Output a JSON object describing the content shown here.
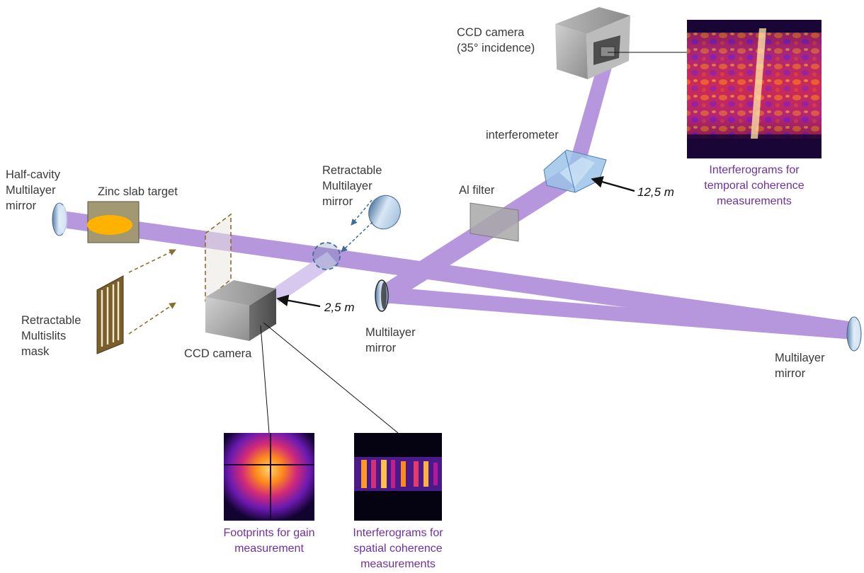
{
  "labels": {
    "half_cavity_mirror": [
      "Half-cavity",
      "Multilayer",
      "mirror"
    ],
    "zinc_target": "Zinc slab target",
    "retractable_mirror": [
      "Retractable",
      "Multilayer",
      "mirror"
    ],
    "al_filter": "Al filter",
    "interferometer": "interferometer",
    "ccd_top": [
      "CCD camera",
      "(35° incidence)"
    ],
    "ccd_bottom": "CCD camera",
    "multislits_mask": [
      "Retractable",
      "Multislits",
      "mask"
    ],
    "multilayer_mirror_mid": [
      "Multilayer",
      "mirror"
    ],
    "multilayer_mirror_right": [
      "Multilayer",
      "mirror"
    ]
  },
  "distances": {
    "ccd_bottom": "2,5 m",
    "interferometer": "12,5 m"
  },
  "captions": {
    "temporal": [
      "Interferograms for",
      "temporal coherence",
      "measurements"
    ],
    "gain": [
      "Footprints for gain",
      "measurement"
    ],
    "spatial": [
      "Interferograms for",
      "spatial coherence",
      "measurements"
    ]
  },
  "colors": {
    "beam": "#9b6fd1",
    "caption": "#7030a0",
    "dashed_brown": "#8b6d2e",
    "dashed_blue": "#3d6d96",
    "target_spot": "#ffb300"
  }
}
